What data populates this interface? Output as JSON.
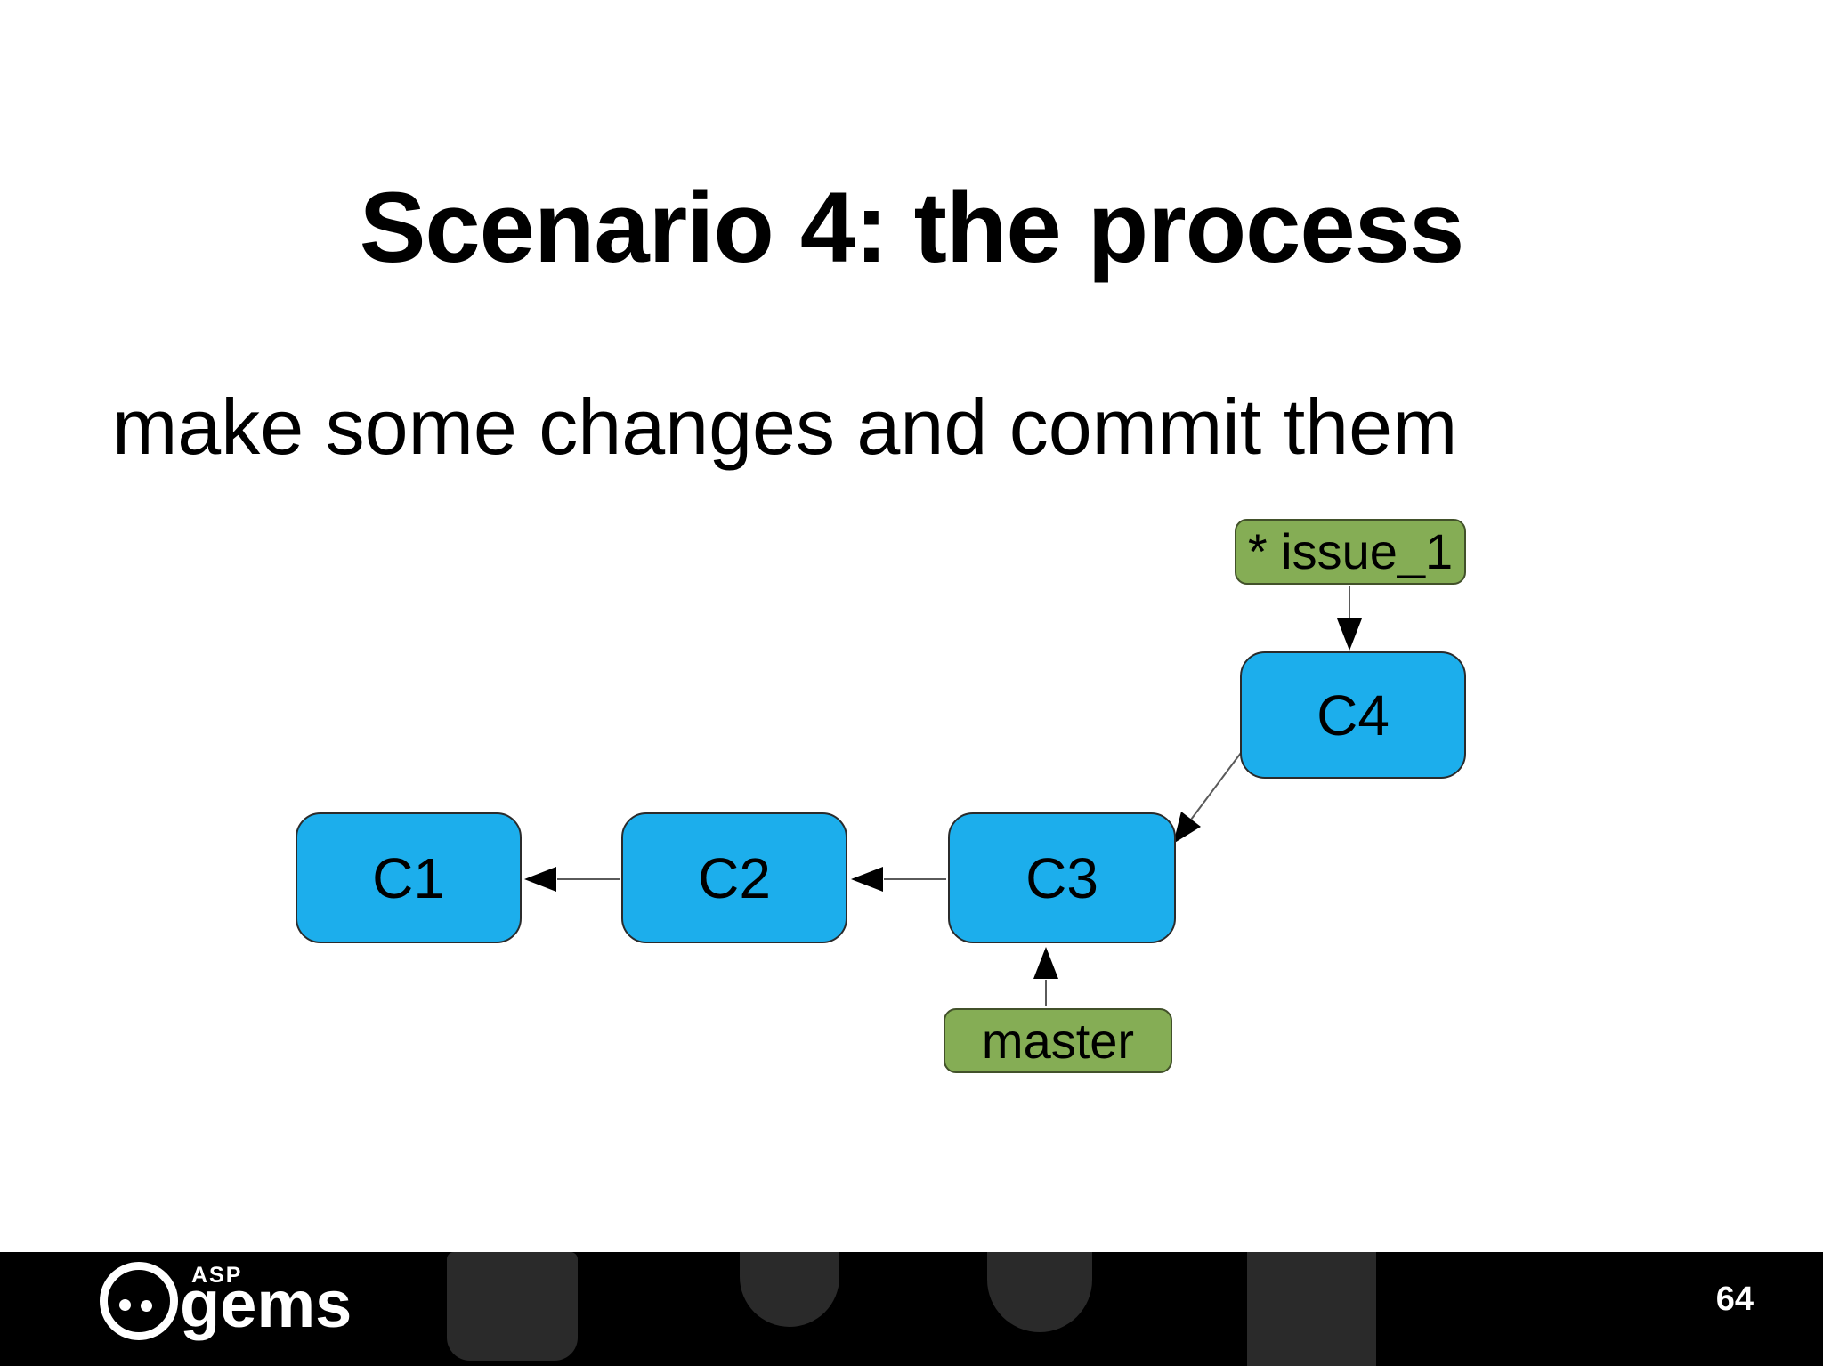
{
  "slide": {
    "title": "Scenario 4: the process",
    "subtitle": "make some changes and commit them"
  },
  "diagram": {
    "nodes": [
      {
        "id": "issue_1",
        "label": "* issue_1",
        "type": "branch"
      },
      {
        "id": "C4",
        "label": "C4",
        "type": "commit"
      },
      {
        "id": "C1",
        "label": "C1",
        "type": "commit"
      },
      {
        "id": "C2",
        "label": "C2",
        "type": "commit"
      },
      {
        "id": "C3",
        "label": "C3",
        "type": "commit"
      },
      {
        "id": "master",
        "label": "master",
        "type": "branch"
      }
    ],
    "edges": [
      {
        "from": "issue_1",
        "to": "C4"
      },
      {
        "from": "C4",
        "to": "C3"
      },
      {
        "from": "C3",
        "to": "C2"
      },
      {
        "from": "C2",
        "to": "C1"
      },
      {
        "from": "master",
        "to": "C3"
      }
    ]
  },
  "footer": {
    "logo_top": "ASP",
    "logo_text": "gems",
    "page_number": "64"
  },
  "colors": {
    "commit_fill": "#1caeec",
    "commit_border": "#2b2b2b",
    "branch_fill": "#85ad55",
    "branch_border": "#42512a",
    "arrow_line": "#5a5a5a",
    "arrow_head": "#000000",
    "footer_bg": "#000000",
    "footer_shape": "#2a2a2a",
    "footer_text": "#ffffff",
    "text": "#000000"
  }
}
